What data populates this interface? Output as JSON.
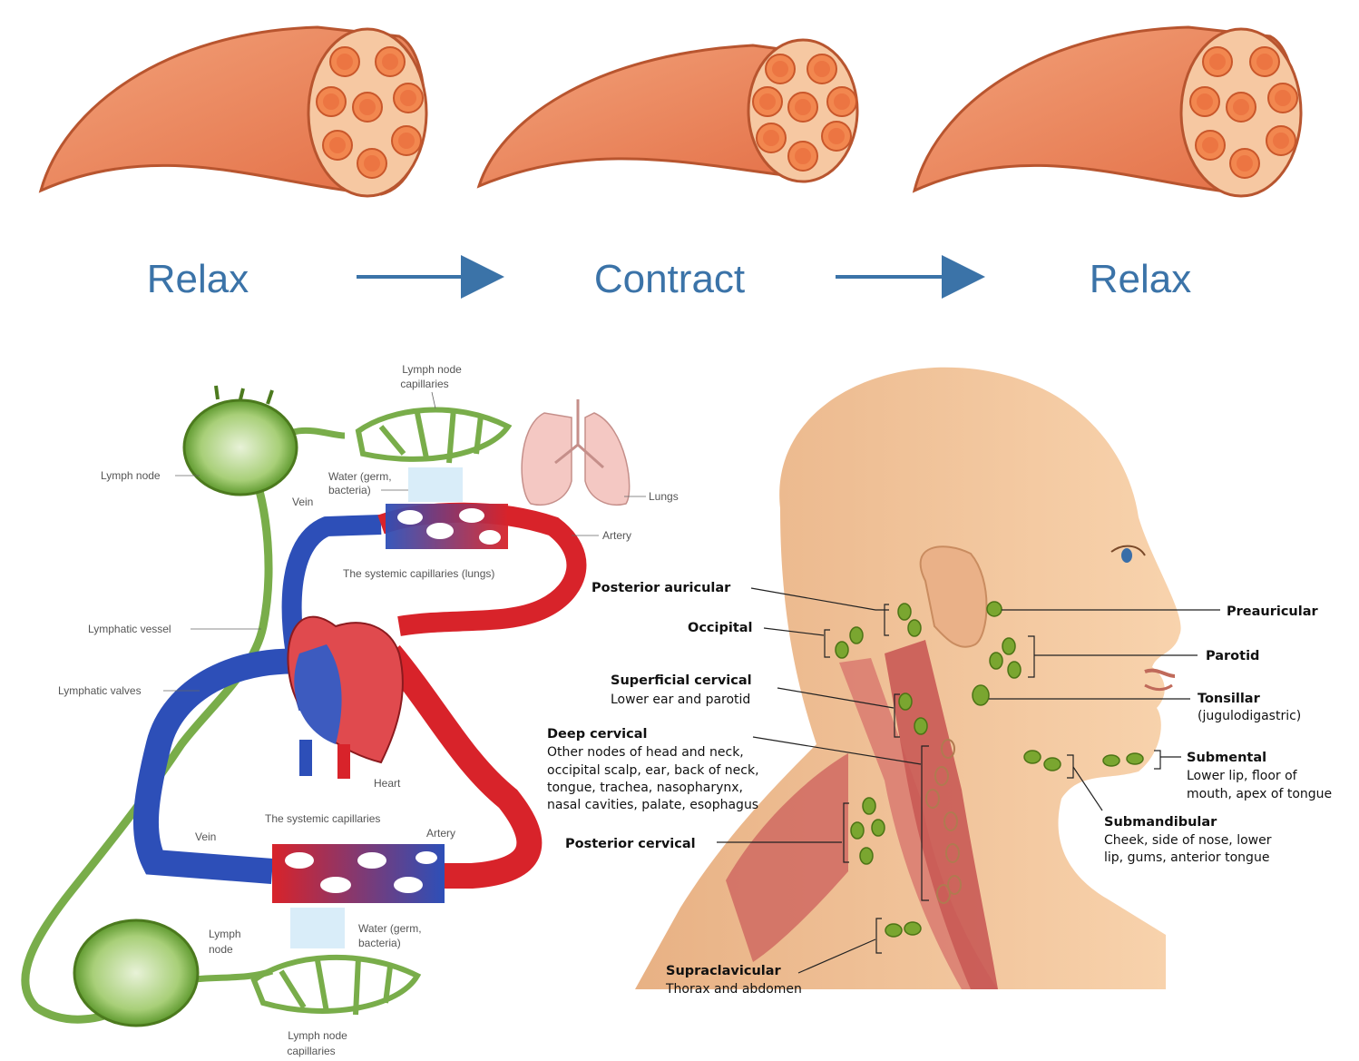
{
  "muscle_cycle": {
    "stages": [
      "Relax",
      "Contract",
      "Relax"
    ],
    "colors": {
      "label": "#3b73a8",
      "arrow": "#3b73a8",
      "muscle": "#e88358"
    }
  },
  "circulation": {
    "labels": {
      "lymph_node_capillaries_top": [
        "Lymph node",
        "capillaries"
      ],
      "lymph_node_top": "Lymph node",
      "water_top": [
        "Water (germ,",
        "bacteria)"
      ],
      "lungs": "Lungs",
      "vein_top": "Vein",
      "artery_top": "Artery",
      "pulmonary_capillaries": "The systemic capillaries (lungs)",
      "lymphatic_vessel": "Lymphatic vessel",
      "lymphatic_valves": "Lymphatic valves",
      "heart": "Heart",
      "systemic_capillaries": "The systemic capillaries",
      "vein_bottom": "Vein",
      "artery_bottom": "Artery",
      "lymph_node_bottom": [
        "Lymph",
        "node"
      ],
      "water_bottom": [
        "Water (germ,",
        "bacteria)"
      ],
      "lymph_node_capillaries_bottom": [
        "Lymph node",
        "capillaries"
      ]
    },
    "colors": {
      "vein": "#2d4fb8",
      "artery": "#d8232a",
      "lymph": "#79ad4a"
    }
  },
  "head_nodes": {
    "left": {
      "posterior_auricular": {
        "title": "Posterior auricular"
      },
      "occipital": {
        "title": "Occipital"
      },
      "superficial_cervical": {
        "title": "Superficial cervical",
        "desc": [
          "Lower ear and parotid"
        ]
      },
      "deep_cervical": {
        "title": "Deep cervical",
        "desc": [
          "Other nodes of head and neck,",
          "occipital scalp, ear, back of neck,",
          "tongue, trachea, nasopharynx,",
          "nasal cavities, palate, esophagus"
        ]
      },
      "posterior_cervical": {
        "title": "Posterior cervical"
      },
      "supraclavicular": {
        "title": "Supraclavicular",
        "desc": [
          "Thorax and abdomen"
        ]
      }
    },
    "right": {
      "preauricular": {
        "title": "Preauricular"
      },
      "parotid": {
        "title": "Parotid"
      },
      "tonsillar": {
        "title": "Tonsillar",
        "desc": [
          "(jugulodigastric)"
        ]
      },
      "submental": {
        "title": "Submental",
        "desc": [
          "Lower lip, floor of",
          "mouth, apex of tongue"
        ]
      },
      "submandibular": {
        "title": "Submandibular",
        "desc": [
          "Cheek, side of nose, lower",
          "lip, gums, anterior tongue"
        ]
      }
    },
    "colors": {
      "node": "#7aa630",
      "skin": "#f3c49a"
    }
  }
}
